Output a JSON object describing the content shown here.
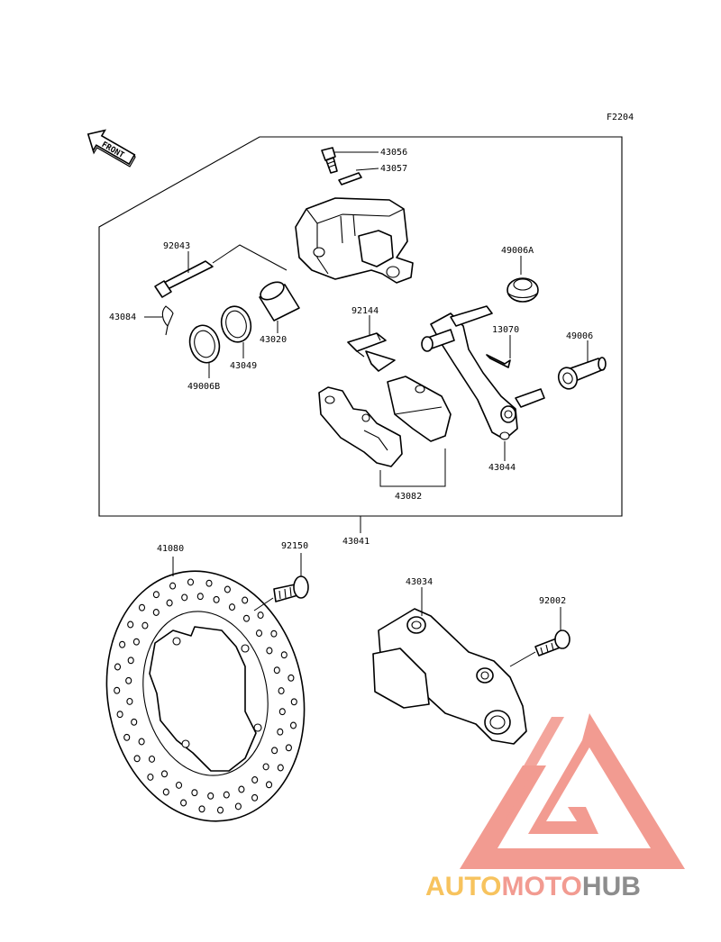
{
  "figure_code": "F2204",
  "front_label": "FRONT",
  "parts": [
    {
      "id": "43056"
    },
    {
      "id": "43057"
    },
    {
      "id": "92043"
    },
    {
      "id": "49006A"
    },
    {
      "id": "43084"
    },
    {
      "id": "92144"
    },
    {
      "id": "43020"
    },
    {
      "id": "13070"
    },
    {
      "id": "49006"
    },
    {
      "id": "43049"
    },
    {
      "id": "49006B"
    },
    {
      "id": "43044"
    },
    {
      "id": "43082"
    },
    {
      "id": "43041"
    },
    {
      "id": "41080"
    },
    {
      "id": "92150"
    },
    {
      "id": "43034"
    },
    {
      "id": "92002"
    }
  ],
  "watermark": {
    "brand_part1": "AUTO",
    "brand_part2": "MOTO",
    "brand_part3": "HUB",
    "color_part1": "#f6b942",
    "color_part2": "#f08a7e",
    "color_part3": "#7a7a7a"
  }
}
